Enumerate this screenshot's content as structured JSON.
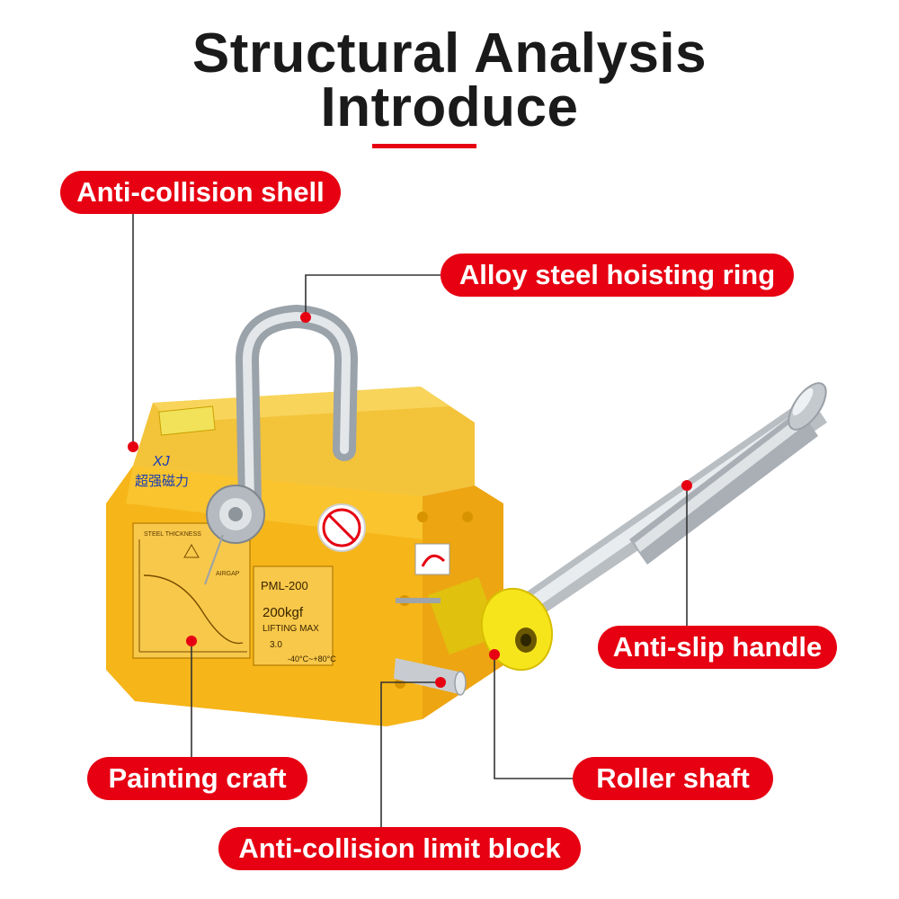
{
  "header": {
    "title_line1": "Structural Analysis",
    "title_line2": "Introduce"
  },
  "callouts": {
    "anti_collision_shell": "Anti-collision shell",
    "hoisting_ring": "Alloy steel hoisting ring",
    "anti_slip_handle": "Anti-slip handle",
    "painting_craft": "Painting craft",
    "roller_shaft": "Roller shaft",
    "limit_block": "Anti-collision limit block"
  },
  "product": {
    "brand": "XJ",
    "brand_cn": "超强磁力",
    "model": "PML-200",
    "capacity": "200kgf",
    "lifting_label": "LIFTING MAX",
    "safety": "3.0",
    "temperature": "-40°C~+80°C",
    "steel_thickness": "STEEL THICKNESS",
    "airgap": "AIRGAP"
  },
  "colors": {
    "accent": "#e60012",
    "body_yellow": "#f6b519",
    "handle_cap": "#f7e51c",
    "steel": "#c8ccd0"
  }
}
